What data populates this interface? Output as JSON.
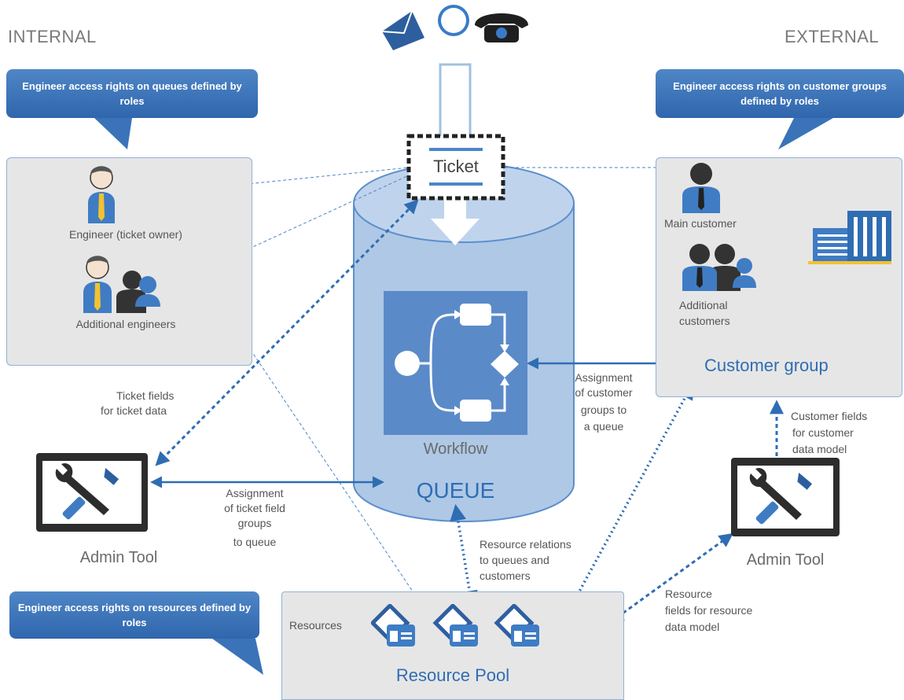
{
  "labels": {
    "internal": "INTERNAL",
    "external": "EXTERNAL"
  },
  "callouts": {
    "queue_rights": "Engineer access rights on queues defined by roles",
    "customer_rights": "Engineer access rights on customer groups defined by roles",
    "resource_rights": "Engineer access rights on resources defined by roles"
  },
  "internal_panel": {
    "engineer_owner": "Engineer (ticket owner)",
    "additional_engineers": "Additional engineers"
  },
  "external_panel": {
    "main_customer": "Main customer",
    "additional_customers_1": "Additional",
    "additional_customers_2": "customers",
    "title": "Customer group"
  },
  "queue": {
    "ticket": "Ticket",
    "workflow": "Workflow",
    "title": "QUEUE"
  },
  "admin_tool_left": "Admin Tool",
  "admin_tool_right": "Admin Tool",
  "resource_pool": {
    "resources_label": "Resources",
    "title": "Resource Pool"
  },
  "annotations": {
    "ticket_fields_1": "Ticket fields",
    "ticket_fields_2": "for ticket data",
    "assign_field_groups_1": "Assignment",
    "assign_field_groups_2": "of ticket field",
    "assign_field_groups_3": "groups",
    "assign_field_groups_4": "to queue",
    "assign_customer_groups_1": "Assignment",
    "assign_customer_groups_2": "of customer",
    "assign_customer_groups_3": "groups to",
    "assign_customer_groups_4": "a queue",
    "customer_fields_1": "Customer fields",
    "customer_fields_2": "for customer",
    "customer_fields_3": "data model",
    "resource_relations_1": "Resource relations",
    "resource_relations_2": "to queues and",
    "resource_relations_3": "customers",
    "resource_fields_1": "Resource",
    "resource_fields_2": "fields for resource",
    "resource_fields_3": "data model"
  },
  "colors": {
    "accent_blue": "#2f6db3",
    "queue_fill": "#aec8e6",
    "workflow_fill": "#5b8ac9",
    "panel_fill": "#e6e6e6",
    "panel_border": "#8fb1d8"
  }
}
